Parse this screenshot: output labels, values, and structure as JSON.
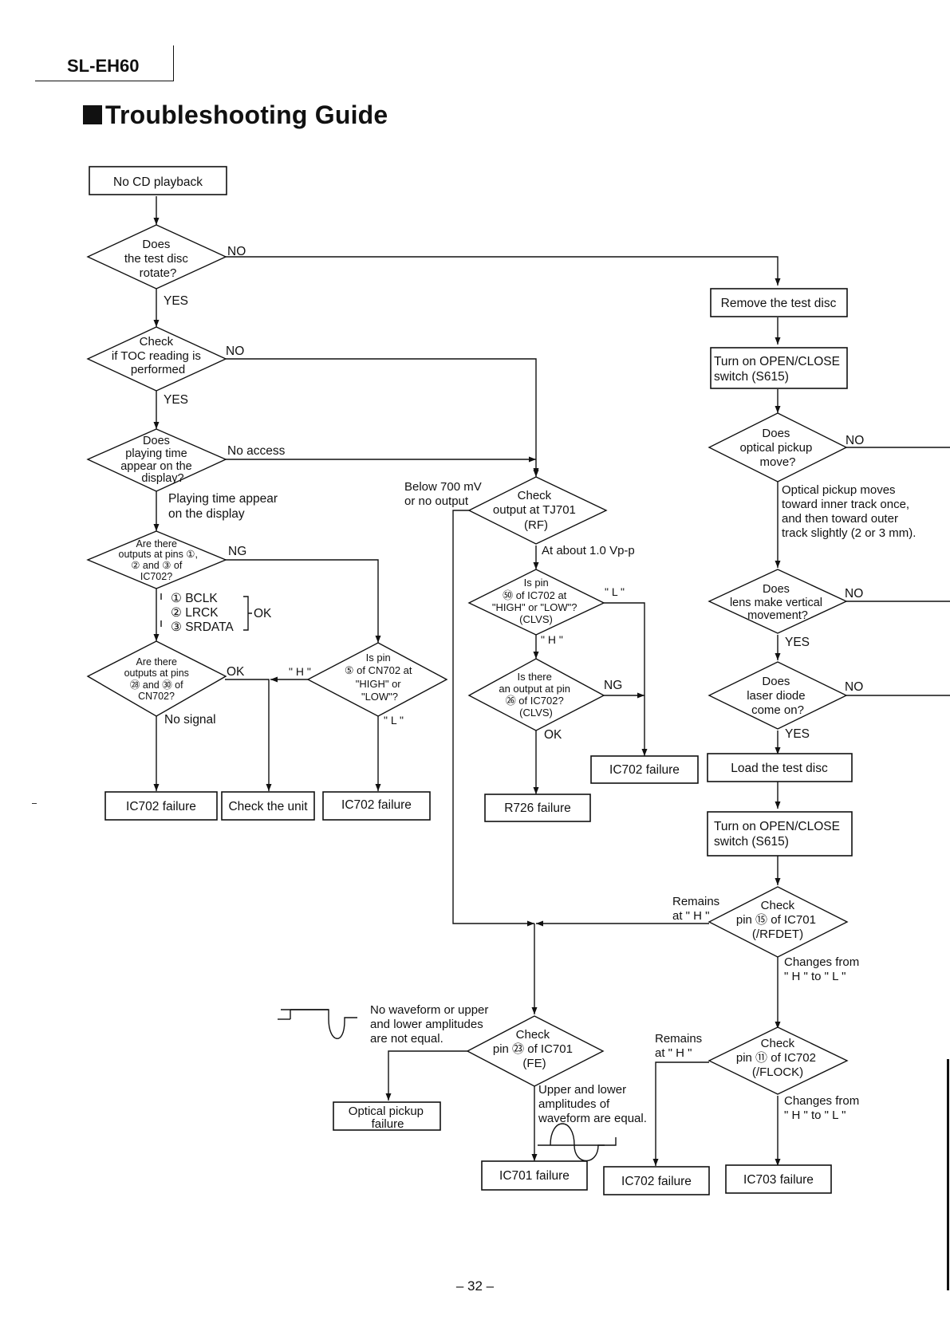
{
  "header": {
    "model": "SL-EH60",
    "title": "Troubleshooting Guide"
  },
  "footer": {
    "page": "– 32 –"
  },
  "nodes": {
    "start": [
      "No CD playback"
    ],
    "q_rotate": [
      "Does",
      "the test disc",
      "rotate?"
    ],
    "q_toc": [
      "Check",
      "if TOC reading is",
      "performed"
    ],
    "q_playing": [
      "Does",
      "playing time",
      "appear on the",
      "display?"
    ],
    "q_outputs_ic702": [
      "Are there",
      "outputs at pins ①,",
      "② and ③ of",
      "IC702?"
    ],
    "q_outputs_cn702": [
      "Are there",
      "outputs at pins",
      "㉘ and ㉚ of",
      "CN702?"
    ],
    "q_pin5_cn702": [
      "Is pin",
      "⑤ of CN702 at",
      "\"HIGH\" or",
      "\"LOW\"?"
    ],
    "r_ic702_a": [
      "IC702 failure"
    ],
    "r_check_unit": [
      "Check the unit"
    ],
    "r_ic702_b": [
      "IC702 failure"
    ],
    "q_tj701": [
      "Check",
      "output at TJ701",
      "(RF)"
    ],
    "q_pin66_ic702": [
      "Is pin",
      "㊿ of IC702 at",
      "\"HIGH\" or \"LOW\"?",
      "(CLVS)"
    ],
    "q_pin26_ic702": [
      "Is there",
      "an output at pin",
      "㉖ of IC702?",
      "(CLVS)"
    ],
    "r_ic702_c": [
      "IC702 failure"
    ],
    "r_r726": [
      "R726 failure"
    ],
    "remove_disc": [
      "Remove the test disc"
    ],
    "open_close_1": [
      "Turn on OPEN/CLOSE",
      "switch (S615)"
    ],
    "q_pickup_move": [
      "Does",
      "optical pickup",
      "move?"
    ],
    "q_lens": [
      "Does",
      "lens make vertical",
      "movement?"
    ],
    "q_laser": [
      "Does",
      "laser diode",
      "come on?"
    ],
    "load_disc": [
      "Load the test disc"
    ],
    "open_close_2": [
      "Turn on OPEN/CLOSE",
      "switch (S615)"
    ],
    "q_pin15_ic701": [
      "Check",
      "pin ⑮ of IC701",
      "(/RFDET)"
    ],
    "q_pin23_ic701": [
      "Check",
      "pin ㉓ of IC701",
      "(FE)"
    ],
    "r_optical_pickup": [
      "Optical pickup",
      "failure"
    ],
    "r_ic701": [
      "IC701 failure"
    ],
    "q_pin11_ic702": [
      "Check",
      "pin ⑪ of IC702",
      "(/FLOCK)"
    ],
    "r_ic702_d": [
      "IC702 failure"
    ],
    "r_ic703": [
      "IC703 failure"
    ]
  },
  "labels": {
    "rotate_no": [
      "NO"
    ],
    "rotate_yes": [
      "YES"
    ],
    "toc_no": [
      "NO"
    ],
    "toc_yes": [
      "YES"
    ],
    "no_access": [
      "No access"
    ],
    "playing_yes": [
      "Playing time appear",
      "on the display"
    ],
    "ng_1": [
      "NG"
    ],
    "pins_list": [
      "① BCLK",
      "② LRCK",
      "③ SRDATA"
    ],
    "pins_ok": [
      "OK"
    ],
    "cn702_ok": [
      "OK"
    ],
    "no_signal": [
      "No signal"
    ],
    "h_1": [
      "\" H \""
    ],
    "l_1": [
      "\" L \""
    ],
    "below_700": [
      "Below 700 mV",
      "or no output"
    ],
    "about_1v": [
      "At about 1.0 Vp-p"
    ],
    "l_2": [
      "\" L \""
    ],
    "h_2": [
      "\" H \""
    ],
    "ng_2": [
      "NG"
    ],
    "ok_2": [
      "OK"
    ],
    "pickup_no": [
      "NO"
    ],
    "pickup_moves": [
      "Optical pickup moves",
      "toward inner track once,",
      "and then toward outer",
      "track slightly (2 or 3 mm)."
    ],
    "lens_no": [
      "NO"
    ],
    "lens_yes": [
      "YES"
    ],
    "laser_no": [
      "NO"
    ],
    "laser_yes": [
      "YES"
    ],
    "remains_h_1": [
      "Remains",
      "at \" H \""
    ],
    "changes_1": [
      "Changes from",
      "\" H \" to \" L \""
    ],
    "no_waveform": [
      "No waveform or upper",
      "and lower amplitudes",
      "are not equal."
    ],
    "equal_waveform": [
      "Upper and lower",
      "amplitudes of",
      "waveform are equal."
    ],
    "remains_h_2": [
      "Remains",
      "at \" H \""
    ],
    "changes_2": [
      "Changes from",
      "\" H \" to \" L \""
    ]
  }
}
